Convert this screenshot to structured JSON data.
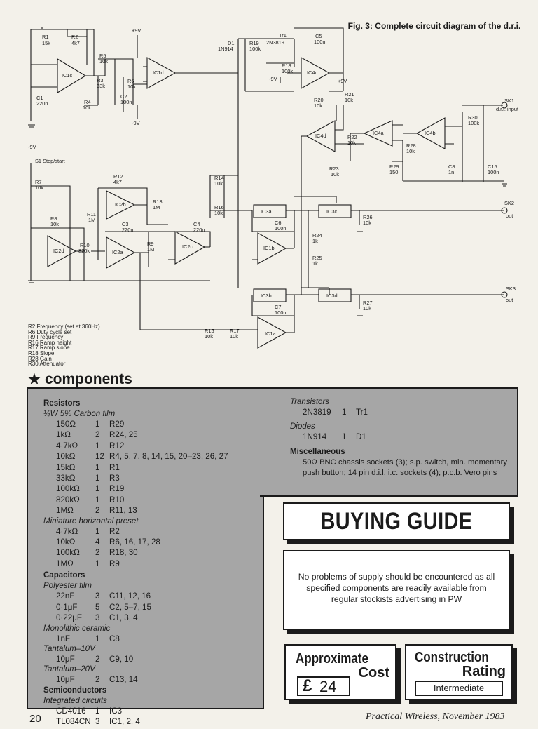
{
  "figure": {
    "caption": "Fig. 3: Complete circuit diagram of the d.r.i.",
    "labels": {
      "r1": "R1",
      "r1v": "15k",
      "r2": "R2",
      "r2v": "4k7",
      "ic1c": "IC1c",
      "r3": "R3",
      "r3v": "33k",
      "r4": "R4",
      "r4v": "10k",
      "c1": "C1",
      "c1v": "220n",
      "r5": "R5",
      "r5v": "10k",
      "c2": "C2",
      "c2v": "100n",
      "r6": "R6",
      "r6v": "10k",
      "p9v": "+9V",
      "m9v": "-9V",
      "ic1d": "IC1d",
      "d1": "D1",
      "d1v": "1N914",
      "r19": "R19",
      "r19v": "100k",
      "tr1": "Tr1",
      "tr1v": "2N3819",
      "c5": "C5",
      "c5v": "100n",
      "r18": "R18",
      "r18v": "100k",
      "ic4c": "IC4c",
      "r20": "R20",
      "r20v": "10k",
      "r21": "R21",
      "r21v": "10k",
      "ic4d": "IC4d",
      "ic4a": "IC4a",
      "ic4b": "IC4b",
      "r22": "R22",
      "r22v": "10k",
      "r28": "R28",
      "r28v": "10k",
      "r29": "R29",
      "r29v": "150",
      "r23": "R23",
      "r23v": "10k",
      "c8": "C8",
      "c8v": "1n",
      "c15": "C15",
      "c15v": "100n",
      "r30": "R30",
      "r30v": "100k",
      "sk1": "SK1",
      "sk1v": "d.r.i. input",
      "s1": "S1 Stop/start",
      "r7": "R7",
      "r7v": "10k",
      "r12": "R12",
      "r12v": "4k7",
      "ic2b": "IC2b",
      "r13": "R13",
      "r13v": "1M",
      "r11": "R11",
      "r11v": "1M",
      "r14": "R14",
      "r14v": "10k",
      "r16": "R16",
      "r16v": "10k",
      "ic3a": "IC3a",
      "ic3c": "IC3c",
      "r26": "R26",
      "r26v": "10k",
      "sk2": "SK2",
      "sk2v": "out",
      "r8": "R8",
      "r8v": "10k",
      "c3": "C3",
      "c3v": "220n",
      "c4": "C4",
      "c4v": "220n",
      "c6": "C6",
      "c6v": "100n",
      "ic2d": "IC2d",
      "r10": "R10",
      "r10v": "820k",
      "ic2a": "IC2a",
      "r9": "R9",
      "r9v": "1M",
      "ic2c": "IC2c",
      "ic1b": "IC1b",
      "r24": "R24",
      "r24v": "1k",
      "r25": "R25",
      "r25v": "1k",
      "ic3b": "IC3b",
      "ic3d": "IC3d",
      "r27": "R27",
      "r27v": "10k",
      "sk3": "SK3",
      "sk3v": "out",
      "c7": "C7",
      "c7v": "100n",
      "r15": "R15",
      "r15v": "10k",
      "r17": "R17",
      "r17v": "10k",
      "ic1a": "IC1a"
    },
    "legend": [
      "R2  Frequency (set at 360Hz)",
      "R6  Duty cycle set",
      "R9  Frequency",
      "R16  Ramp height",
      "R17  Ramp slope",
      "R18  Slope",
      "R28  Gain",
      "R30  Attenuator"
    ]
  },
  "components": {
    "heading": "components",
    "resistors": {
      "title": "Resistors",
      "spec": "¼W 5% Carbon film",
      "items": [
        {
          "v": "150Ω",
          "q": "1",
          "r": "R29"
        },
        {
          "v": "1kΩ",
          "q": "2",
          "r": "R24, 25"
        },
        {
          "v": "4·7kΩ",
          "q": "1",
          "r": "R12"
        },
        {
          "v": "10kΩ",
          "q": "12",
          "r": "R4, 5, 7, 8, 14, 15, 20–23, 26, 27"
        },
        {
          "v": "15kΩ",
          "q": "1",
          "r": "R1"
        },
        {
          "v": "33kΩ",
          "q": "1",
          "r": "R3"
        },
        {
          "v": "100kΩ",
          "q": "1",
          "r": "R19"
        },
        {
          "v": "820kΩ",
          "q": "1",
          "r": "R10"
        },
        {
          "v": "1MΩ",
          "q": "2",
          "r": "R11, 13"
        }
      ],
      "preset_title": "Miniature horizontal preset",
      "preset_items": [
        {
          "v": "4·7kΩ",
          "q": "1",
          "r": "R2"
        },
        {
          "v": "10kΩ",
          "q": "4",
          "r": "R6, 16, 17, 28"
        },
        {
          "v": "100kΩ",
          "q": "2",
          "r": "R18, 30"
        },
        {
          "v": "1MΩ",
          "q": "1",
          "r": "R9"
        }
      ]
    },
    "capacitors": {
      "title": "Capacitors",
      "poly_title": "Polyester film",
      "poly_items": [
        {
          "v": "22nF",
          "q": "3",
          "r": "C11, 12, 16"
        },
        {
          "v": "0·1μF",
          "q": "5",
          "r": "C2, 5–7, 15"
        },
        {
          "v": "0·22μF",
          "q": "3",
          "r": "C1, 3, 4"
        }
      ],
      "mono_title": "Monolithic ceramic",
      "mono_items": [
        {
          "v": "1nF",
          "q": "1",
          "r": "C8"
        }
      ],
      "tant10_title": "Tantalum–10V",
      "tant10_items": [
        {
          "v": "10μF",
          "q": "2",
          "r": "C9, 10"
        }
      ],
      "tant20_title": "Tantalum–20V",
      "tant20_items": [
        {
          "v": "10μF",
          "q": "2",
          "r": "C13, 14"
        }
      ]
    },
    "semis": {
      "title": "Semiconductors",
      "ic_title": "Integrated circuits",
      "ic_items": [
        {
          "v": "CD4016",
          "q": "1",
          "r": "IC3"
        },
        {
          "v": "TL084CN",
          "q": "3",
          "r": "IC1, 2, 4"
        }
      ]
    },
    "transistors": {
      "title": "Transistors",
      "items": [
        {
          "v": "2N3819",
          "q": "1",
          "r": "Tr1"
        }
      ]
    },
    "diodes": {
      "title": "Diodes",
      "items": [
        {
          "v": "1N914",
          "q": "1",
          "r": "D1"
        }
      ]
    },
    "misc": {
      "title": "Miscellaneous",
      "text": "50Ω BNC chassis sockets (3); s.p. switch, min. momentary push button; 14 pin d.i.l. i.c. sockets (4); p.c.b. Vero pins"
    }
  },
  "buying_guide": {
    "title": "BUYING GUIDE",
    "text": "No problems of supply should be encountered as all specified components are readily available from regular stockists advertising in PW"
  },
  "cost": {
    "title_line1": "Approximate",
    "title_line2": "Cost",
    "currency": "£",
    "amount": "24"
  },
  "rating": {
    "title_line1": "Construction",
    "title_line2": "Rating",
    "value": "Intermediate"
  },
  "footer": {
    "page_number": "20",
    "publication": "Practical Wireless, November 1983"
  }
}
